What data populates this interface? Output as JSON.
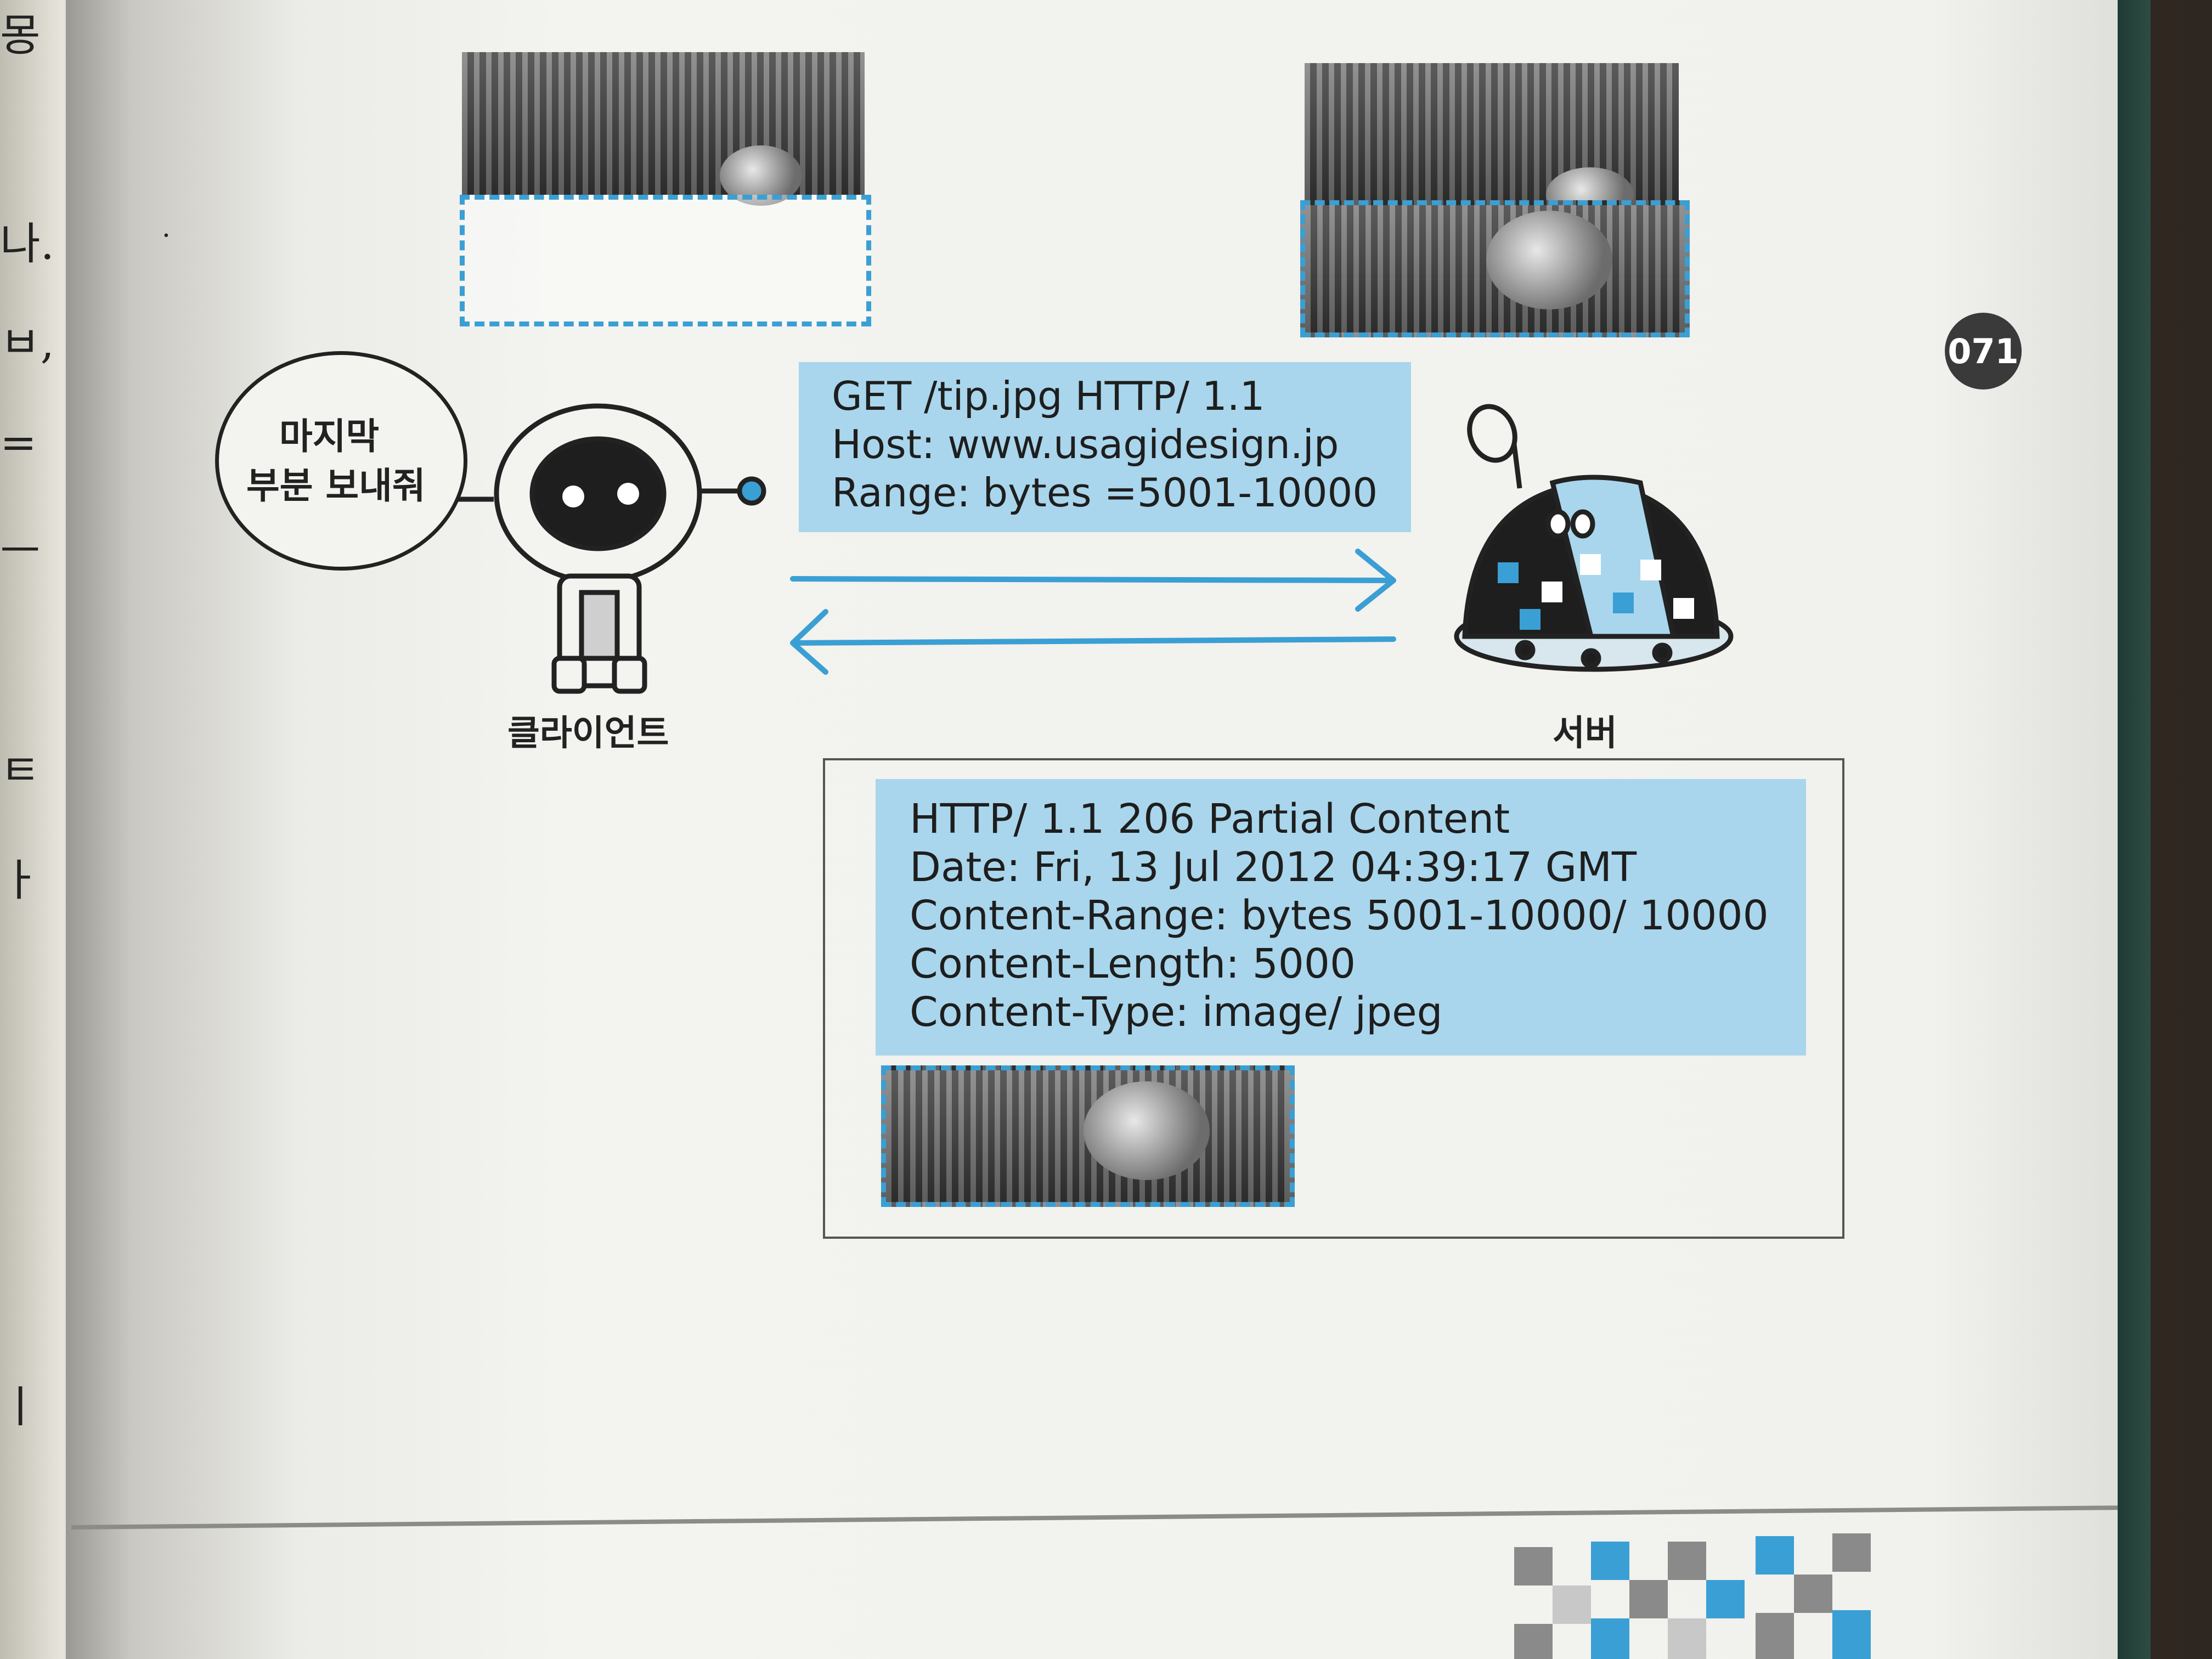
{
  "page": {
    "number": "071",
    "left_page_glyphs": [
      "몽",
      "나.",
      "·",
      "ㅂ,",
      "=",
      "ㅡ",
      "ㅌ",
      "ㅏ",
      "ㅣ"
    ]
  },
  "diagram": {
    "speech_bubble": {
      "line1": "마지막",
      "line2": "부분 보내줘"
    },
    "client_label": "클라이언트",
    "server_label": "서버",
    "request": {
      "lines": [
        "GET /tip.jpg HTTP/ 1.1",
        "Host: www.usagidesign.jp",
        "Range: bytes =5001-10000"
      ]
    },
    "response": {
      "lines": [
        "HTTP/ 1.1 206 Partial Content",
        "Date: Fri, 13 Jul 2012 04:39:17 GMT",
        "Content-Range: bytes 5001-10000/ 10000",
        "Content-Length: 5000",
        "Content-Type: image/ jpeg"
      ]
    },
    "colors": {
      "accent": "#3a9fd4",
      "box_fill": "#a9d6ec",
      "arrow": "#3a9fd4",
      "ink": "#222222"
    }
  }
}
